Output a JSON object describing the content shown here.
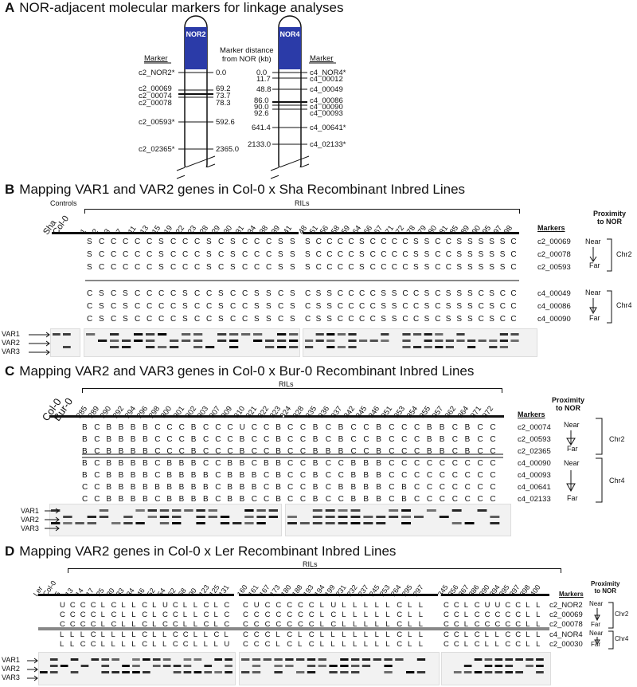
{
  "panelA": {
    "letter": "A",
    "title": "NOR-adjacent molecular markers for linkage analyses",
    "nor2": "NOR2",
    "nor4": "NOR4",
    "marker_hdr": "Marker",
    "distance_hdr_line1": "Marker distance",
    "distance_hdr_line2": "from NOR (kb)",
    "chr2_markers": [
      {
        "name": "c2_NOR2*",
        "dist": "0.0"
      },
      {
        "name": "c2_00069",
        "dist": "69.2"
      },
      {
        "name": "c2_00074",
        "dist": "73.7"
      },
      {
        "name": "c2_00078",
        "dist": "78.3"
      },
      {
        "name": "c2_00593*",
        "dist": "592.6"
      },
      {
        "name": "c2_02365*",
        "dist": "2365.0"
      }
    ],
    "chr4_markers": [
      {
        "name": "c4_NOR4*",
        "dist": "0.0"
      },
      {
        "name": "c4_00012",
        "dist": "11.7"
      },
      {
        "name": "c4_00049",
        "dist": "48.8"
      },
      {
        "name": "c4_00086",
        "dist": "86.0"
      },
      {
        "name": "c4_00090",
        "dist": "90.0"
      },
      {
        "name": "c4_00093",
        "dist": "92.6"
      },
      {
        "name": "c4_00641*",
        "dist": "641.4"
      },
      {
        "name": "c4_02133*",
        "dist": "2133.0"
      }
    ],
    "nor_color": "#2b3ba8"
  },
  "panelB": {
    "letter": "B",
    "title": "Mapping VAR1 and VAR2 genes in Col-0 x Sha Recombinant Inbred Lines",
    "controls_label": "Controls",
    "rils_label": "RILs",
    "controls": [
      "Sha",
      "Col-0"
    ],
    "rils_left": [
      "1",
      "2",
      "3",
      "7",
      "11",
      "13",
      "15",
      "19",
      "22",
      "23",
      "28",
      "29",
      "30",
      "31",
      "34",
      "38",
      "39",
      "41"
    ],
    "rils_right": [
      "48",
      "51",
      "56",
      "58",
      "59",
      "64",
      "66",
      "67",
      "71",
      "72",
      "78",
      "79",
      "80",
      "81",
      "85",
      "89",
      "90",
      "95",
      "97",
      "98"
    ],
    "markers_hdr": "Markers",
    "proximity_hdr_1": "Proximity",
    "proximity_hdr_2": "to NOR",
    "chr2_markers": [
      "c2_00069",
      "c2_00078",
      "c2_00593"
    ],
    "chr4_markers": [
      "c4_00049",
      "c4_00086",
      "c4_00090"
    ],
    "chr2_label": "Chr2",
    "chr4_label": "Chr4",
    "near": "Near",
    "far": "Far",
    "chr2_rows_left": [
      "SCCCCCSCCCSCSCCCSS",
      "SCCCCCSCCCSCSCCCSS",
      "SCCCCCSCCCSCSCCCSS"
    ],
    "chr2_rows_right": [
      "SCCCCSCCCCSSCCSSSSSC",
      "SCCCCSCCCCSSCCSSSSSC",
      "SCCCCSCCCCSSCCSSSSSC"
    ],
    "chr4_rows_left": [
      "CSCSCCCCSCCSCCSSCS",
      "CSCSCCCCSCCSCCSSCS",
      "CSCSCCCCSCCSCCSSCS"
    ],
    "chr4_rows_right": [
      "CSSCCCCSSCCSCSSSCSCC",
      "CSSCCCCSSCCSCSSSCSCC",
      "CSSCCCCSSCCSCSSSCSCC"
    ],
    "var_labels": [
      "VAR1",
      "VAR2",
      "VAR3"
    ]
  },
  "panelC": {
    "letter": "C",
    "title": "Mapping VAR2 and VAR3 genes in Col-0 x Bur-0 Recombinant Inbred Lines",
    "rils_label": "RILs",
    "controls": [
      "Col-0",
      "Bur-0"
    ],
    "rils_left": [
      "285",
      "289",
      "290",
      "292",
      "294",
      "296",
      "298",
      "300",
      "301",
      "302",
      "303",
      "307",
      "309",
      "310",
      "321",
      "322",
      "323"
    ],
    "rils_right": [
      "324",
      "328",
      "335",
      "336",
      "337",
      "342",
      "345",
      "346",
      "351",
      "353",
      "354",
      "355",
      "357",
      "362",
      "364",
      "371",
      "372"
    ],
    "markers_hdr": "Markers",
    "proximity_hdr_1": "Proximity",
    "proximity_hdr_2": "to NOR",
    "chr2_markers": [
      "c2_00074",
      "c2_00593",
      "c2_02365"
    ],
    "chr4_markers": [
      "c4_00090",
      "c4_00093",
      "c4_00641",
      "c4_02133"
    ],
    "chr2_label": "Chr2",
    "chr4_label": "Chr4",
    "near": "Near",
    "far": "Far",
    "chr2_rows_left": [
      "BCBBBBCCCBCCCUCCB",
      "BCBBBBCCCBCCCBCCB",
      "BCBBBBCCCBCCCBCCB"
    ],
    "chr2_rows_right": [
      "CCBCBCCBCCCBBCBCC",
      "CCBCBCCBCCCBBCBCC",
      "CCBBBCCBCCCBBCBCC"
    ],
    "chr4_rows_left": [
      "BCBBBBCBBBCCBBCBB",
      "BCBBBBCBBBBCBBBCB",
      "CCBBBBBBBBBCBBBCB",
      "CCBBBBCBBBBCBBCCB"
    ],
    "chr4_rows_right": [
      "CCBCCBBBCCCCCCCCC",
      "CCBCCBBBCCCCCCCCC",
      "CCBCBBBBCBCCCCCCC",
      "CCBCCBBBCBCCCCCCC"
    ],
    "var_labels": [
      "VAR1",
      "VAR2",
      "VAR3"
    ]
  },
  "panelD": {
    "letter": "D",
    "title": "Mapping VAR2 genes in Col-0 x Ler Recombinant Inbred Lines",
    "rils_label": "RILs",
    "controls": [
      "Ler",
      "Col-0"
    ],
    "rils_1": [
      "5",
      "13",
      "14",
      "17",
      "25",
      "30",
      "33",
      "34",
      "46",
      "52",
      "54",
      "62",
      "68",
      "90",
      "123",
      "125",
      "131"
    ],
    "rils_2": [
      "160",
      "161",
      "167",
      "173",
      "180",
      "188",
      "193",
      "194",
      "199",
      "231",
      "232",
      "237",
      "245",
      "253",
      "264",
      "295",
      "297"
    ],
    "rils_3": [
      "345",
      "356",
      "367",
      "386",
      "390",
      "394",
      "395",
      "397",
      "398",
      "400"
    ],
    "markers_hdr": "Markers",
    "proximity_hdr_1": "Proximity",
    "proximity_hdr_2": "to NOR",
    "chr2_markers": [
      "c2_NOR2",
      "c2_00069",
      "c2_00078"
    ],
    "chr4_markers": [
      "c4_NOR4",
      "c2_00030"
    ],
    "chr2_label": "Chr2",
    "chr4_label": "Chr4",
    "near": "Near",
    "far": "Far",
    "chr2_rows_1": [
      "UCCCLCLLCLUCLLCLC",
      "CCCCLCLLCLCCLLCLC",
      "CCCCLCLLCLCCLLCLC"
    ],
    "chr2_rows_2": [
      "CUCCCCCLULLLLLCLL",
      "CCCCCCCLCLLLLLCLL",
      "CCCCCCCLCLLLLLCLL"
    ],
    "chr2_rows_3": [
      "CCLCUUCCLL",
      "CCLCCCCCLL",
      "CCLCCCCCLL"
    ],
    "chr4_rows_1": [
      "LLLCLLLLCLLCCLLCL",
      "LLCCLLLLCLLCCLLLU"
    ],
    "chr4_rows_2": [
      "CCCLCLCLLLLLLLCLL",
      "CCCLCLCLLLLLLLCLL"
    ],
    "chr4_rows_3": [
      "CCLCLLCCLL",
      "CCLCLLCCLL"
    ],
    "var_labels": [
      "VAR1",
      "VAR2",
      "VAR3"
    ]
  }
}
